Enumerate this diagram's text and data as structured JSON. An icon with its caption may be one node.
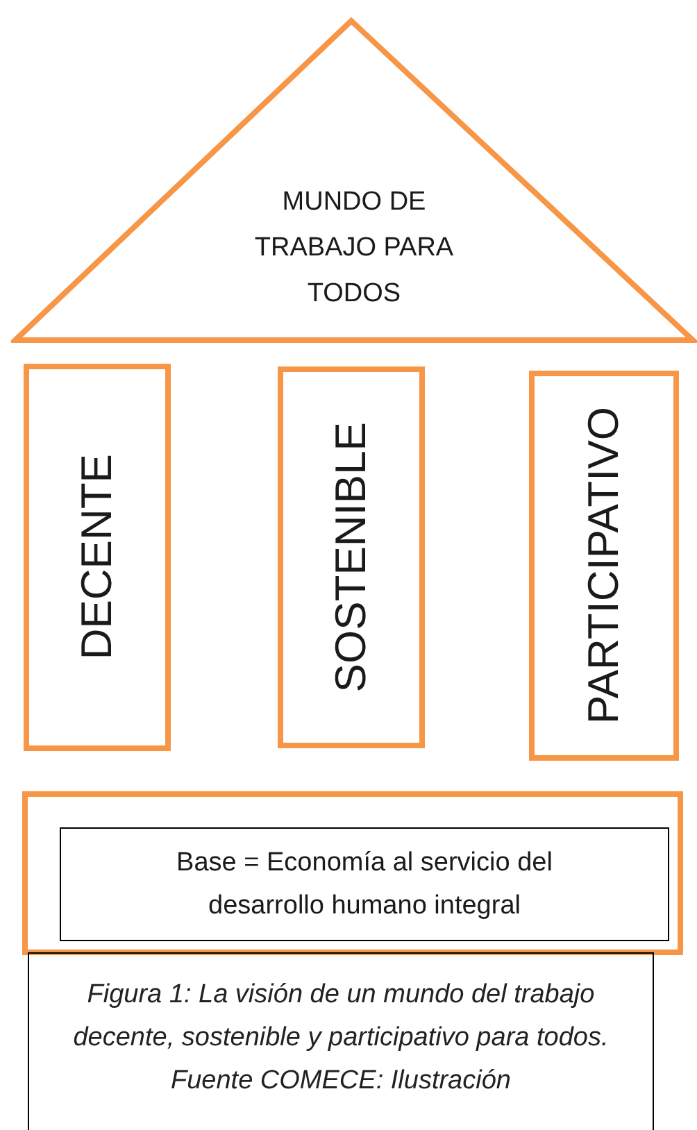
{
  "diagram": {
    "caption": "Figura 1: La visión de un mundo del trabajo decente, sostenible y participativo para todos. Fuente COMECE: Ilustración",
    "nodes": [
      {
        "text": [
          "MUNDO DE TRABAJO PARA TODOS"
        ]
      },
      {
        "text": [
          "DECENTE"
        ]
      },
      {
        "text": [
          "SOSTENIBLE"
        ]
      },
      {
        "text": [
          "PARTICIPATIVO"
        ]
      },
      {
        "text": [],
        "shape": "box"
      },
      {
        "text": [
          "Base = Economía al servicio del desarrollo humano integral"
        ],
        "in": 4
      }
    ]
  }
}
